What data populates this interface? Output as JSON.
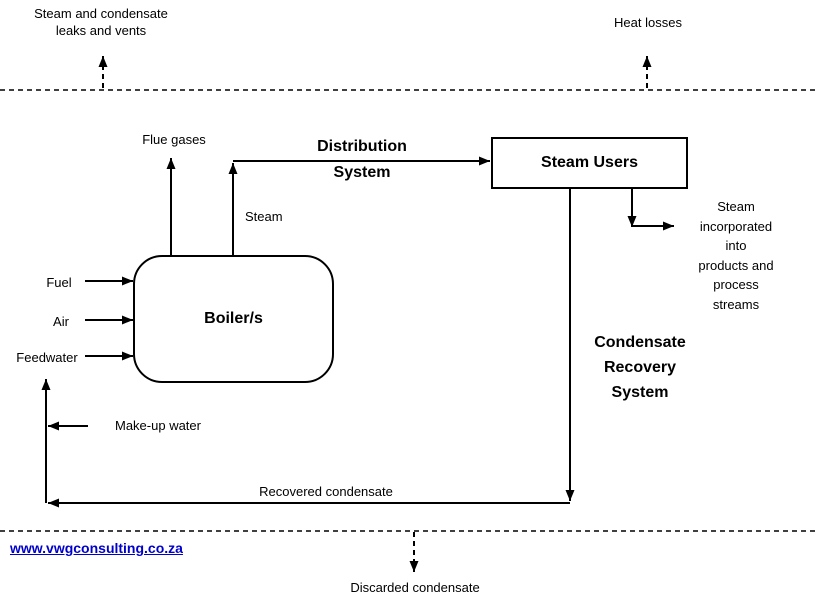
{
  "colors": {
    "line": "#000000",
    "link": "#0000CC",
    "background": "#FFFFFF"
  },
  "labels": {
    "leaks_vents": "Steam and condensate\nleaks and vents",
    "heat_losses": "Heat losses",
    "flue_gases": "Flue gases",
    "steam": "Steam",
    "distribution_system": "Distribution\nSystem",
    "steam_users": "Steam Users",
    "steam_incorporated": "Steam\nincorporated into\nproducts and\nprocess streams",
    "fuel": "Fuel",
    "air": "Air",
    "feedwater": "Feedwater",
    "boiler": "Boiler/s",
    "condensate_recovery": "Condensate\nRecovery\nSystem",
    "makeup_water": "Make-up water",
    "recovered_condensate": "Recovered condensate",
    "discarded_condensate": "Discarded condensate"
  },
  "footer": {
    "website": "www.vwgconsulting.co.za"
  }
}
